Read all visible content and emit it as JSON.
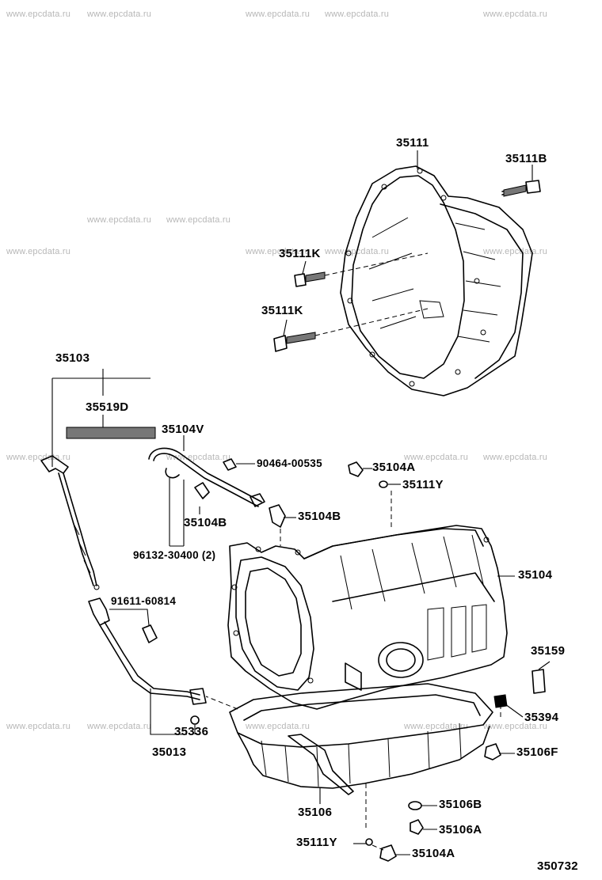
{
  "watermarks": [
    "www.epcdata.ru",
    "www.epcdata.ru",
    "www.epcdata.ru",
    "www.epcdata.ru",
    "www.epcdata.ru",
    "www.epcdata.ru",
    "www.epcdata.ru",
    "www.epcdata.ru",
    "www.epcdata.ru",
    "www.epcdata.ru",
    "www.epcdata.ru",
    "www.epcdata.ru",
    "www.epcdata.ru",
    "www.epcdata.ru",
    "www.epcdata.ru",
    "www.epcdata.ru",
    "www.epcdata.ru",
    "www.epcdata.ru",
    "www.epcdata.ru",
    "www.epcdata.ru"
  ],
  "labels": {
    "p35111": "35111",
    "p35111B": "35111B",
    "p35111K_a": "35111K",
    "p35111K_b": "35111K",
    "p35103": "35103",
    "p35519D": "35519D",
    "p35104V": "35104V",
    "p90464": "90464-00535",
    "p35104A_top": "35104A",
    "p35111Y_top": "35111Y",
    "p35104B_a": "35104B",
    "p35104B_b": "35104B",
    "p96132": "96132-30400 (2)",
    "p35104": "35104",
    "p91611": "91611-60814",
    "p35159": "35159",
    "p35394": "35394",
    "p35336": "35336",
    "p35013": "35013",
    "p35106F": "35106F",
    "p35106": "35106",
    "p35106B": "35106B",
    "p35106A": "35106A",
    "p35111Y_bot": "35111Y",
    "p35104A_bot": "35104A"
  },
  "figure_number": "350732"
}
